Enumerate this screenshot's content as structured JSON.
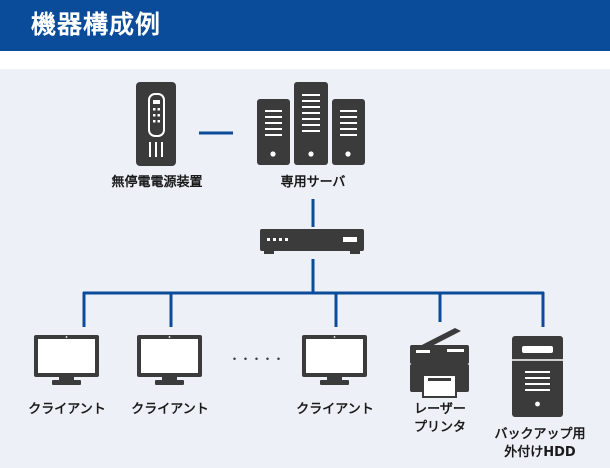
{
  "header": {
    "title": "機器構成例"
  },
  "devices": {
    "ups": {
      "label": "無停電電源装置",
      "icon": "ups-icon"
    },
    "server": {
      "label": "専用サーバ",
      "icon": "server-rack-icon"
    },
    "switch": {
      "icon": "network-switch-icon"
    },
    "client1": {
      "label": "クライアント",
      "icon": "monitor-icon"
    },
    "client2": {
      "label": "クライアント",
      "icon": "monitor-icon"
    },
    "ellipsis": {
      "text": "・・・・・"
    },
    "client3": {
      "label": "クライアント",
      "icon": "monitor-icon"
    },
    "printer": {
      "label_line1": "レーザー",
      "label_line2": "プリンタ",
      "icon": "laser-printer-icon"
    },
    "backup": {
      "label_line1": "バックアップ用",
      "label_line2": "外付けHDD",
      "icon": "external-hdd-icon"
    }
  },
  "colors": {
    "header_bg": "#0a4c9a",
    "area_bg": "#edf1f7",
    "line": "#0a4c9a",
    "device": "#3b3b3b"
  }
}
